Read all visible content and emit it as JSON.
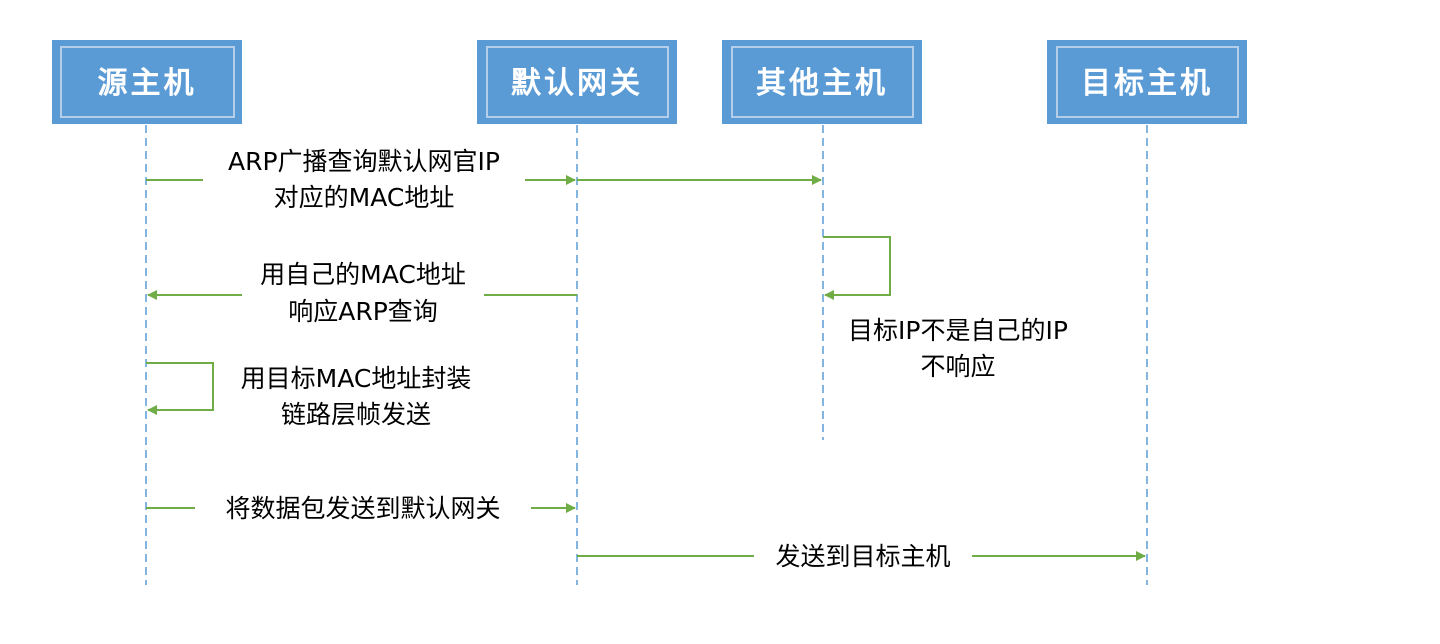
{
  "participants": [
    {
      "id": "source",
      "label": "源主机"
    },
    {
      "id": "gateway",
      "label": "默认网关"
    },
    {
      "id": "other",
      "label": "其他主机"
    },
    {
      "id": "target",
      "label": "目标主机"
    }
  ],
  "messages": {
    "arp_broadcast": [
      "ARP广播查询默认网官IP",
      "对应的MAC地址"
    ],
    "gateway_reply": [
      "用自己的MAC地址",
      "响应ARP查询"
    ],
    "other_no_reply": [
      "目标IP不是自己的IP",
      "不响应"
    ],
    "source_encapsulate": [
      "用目标MAC地址封装",
      "链路层帧发送"
    ],
    "send_to_gateway": "将数据包发送到默认网关",
    "send_to_target": "发送到目标主机"
  },
  "colors": {
    "box_fill": "#5b9bd5",
    "box_border": "#b4cde9",
    "lifeline": "#5b9bd5",
    "arrow": "#70ad47"
  }
}
